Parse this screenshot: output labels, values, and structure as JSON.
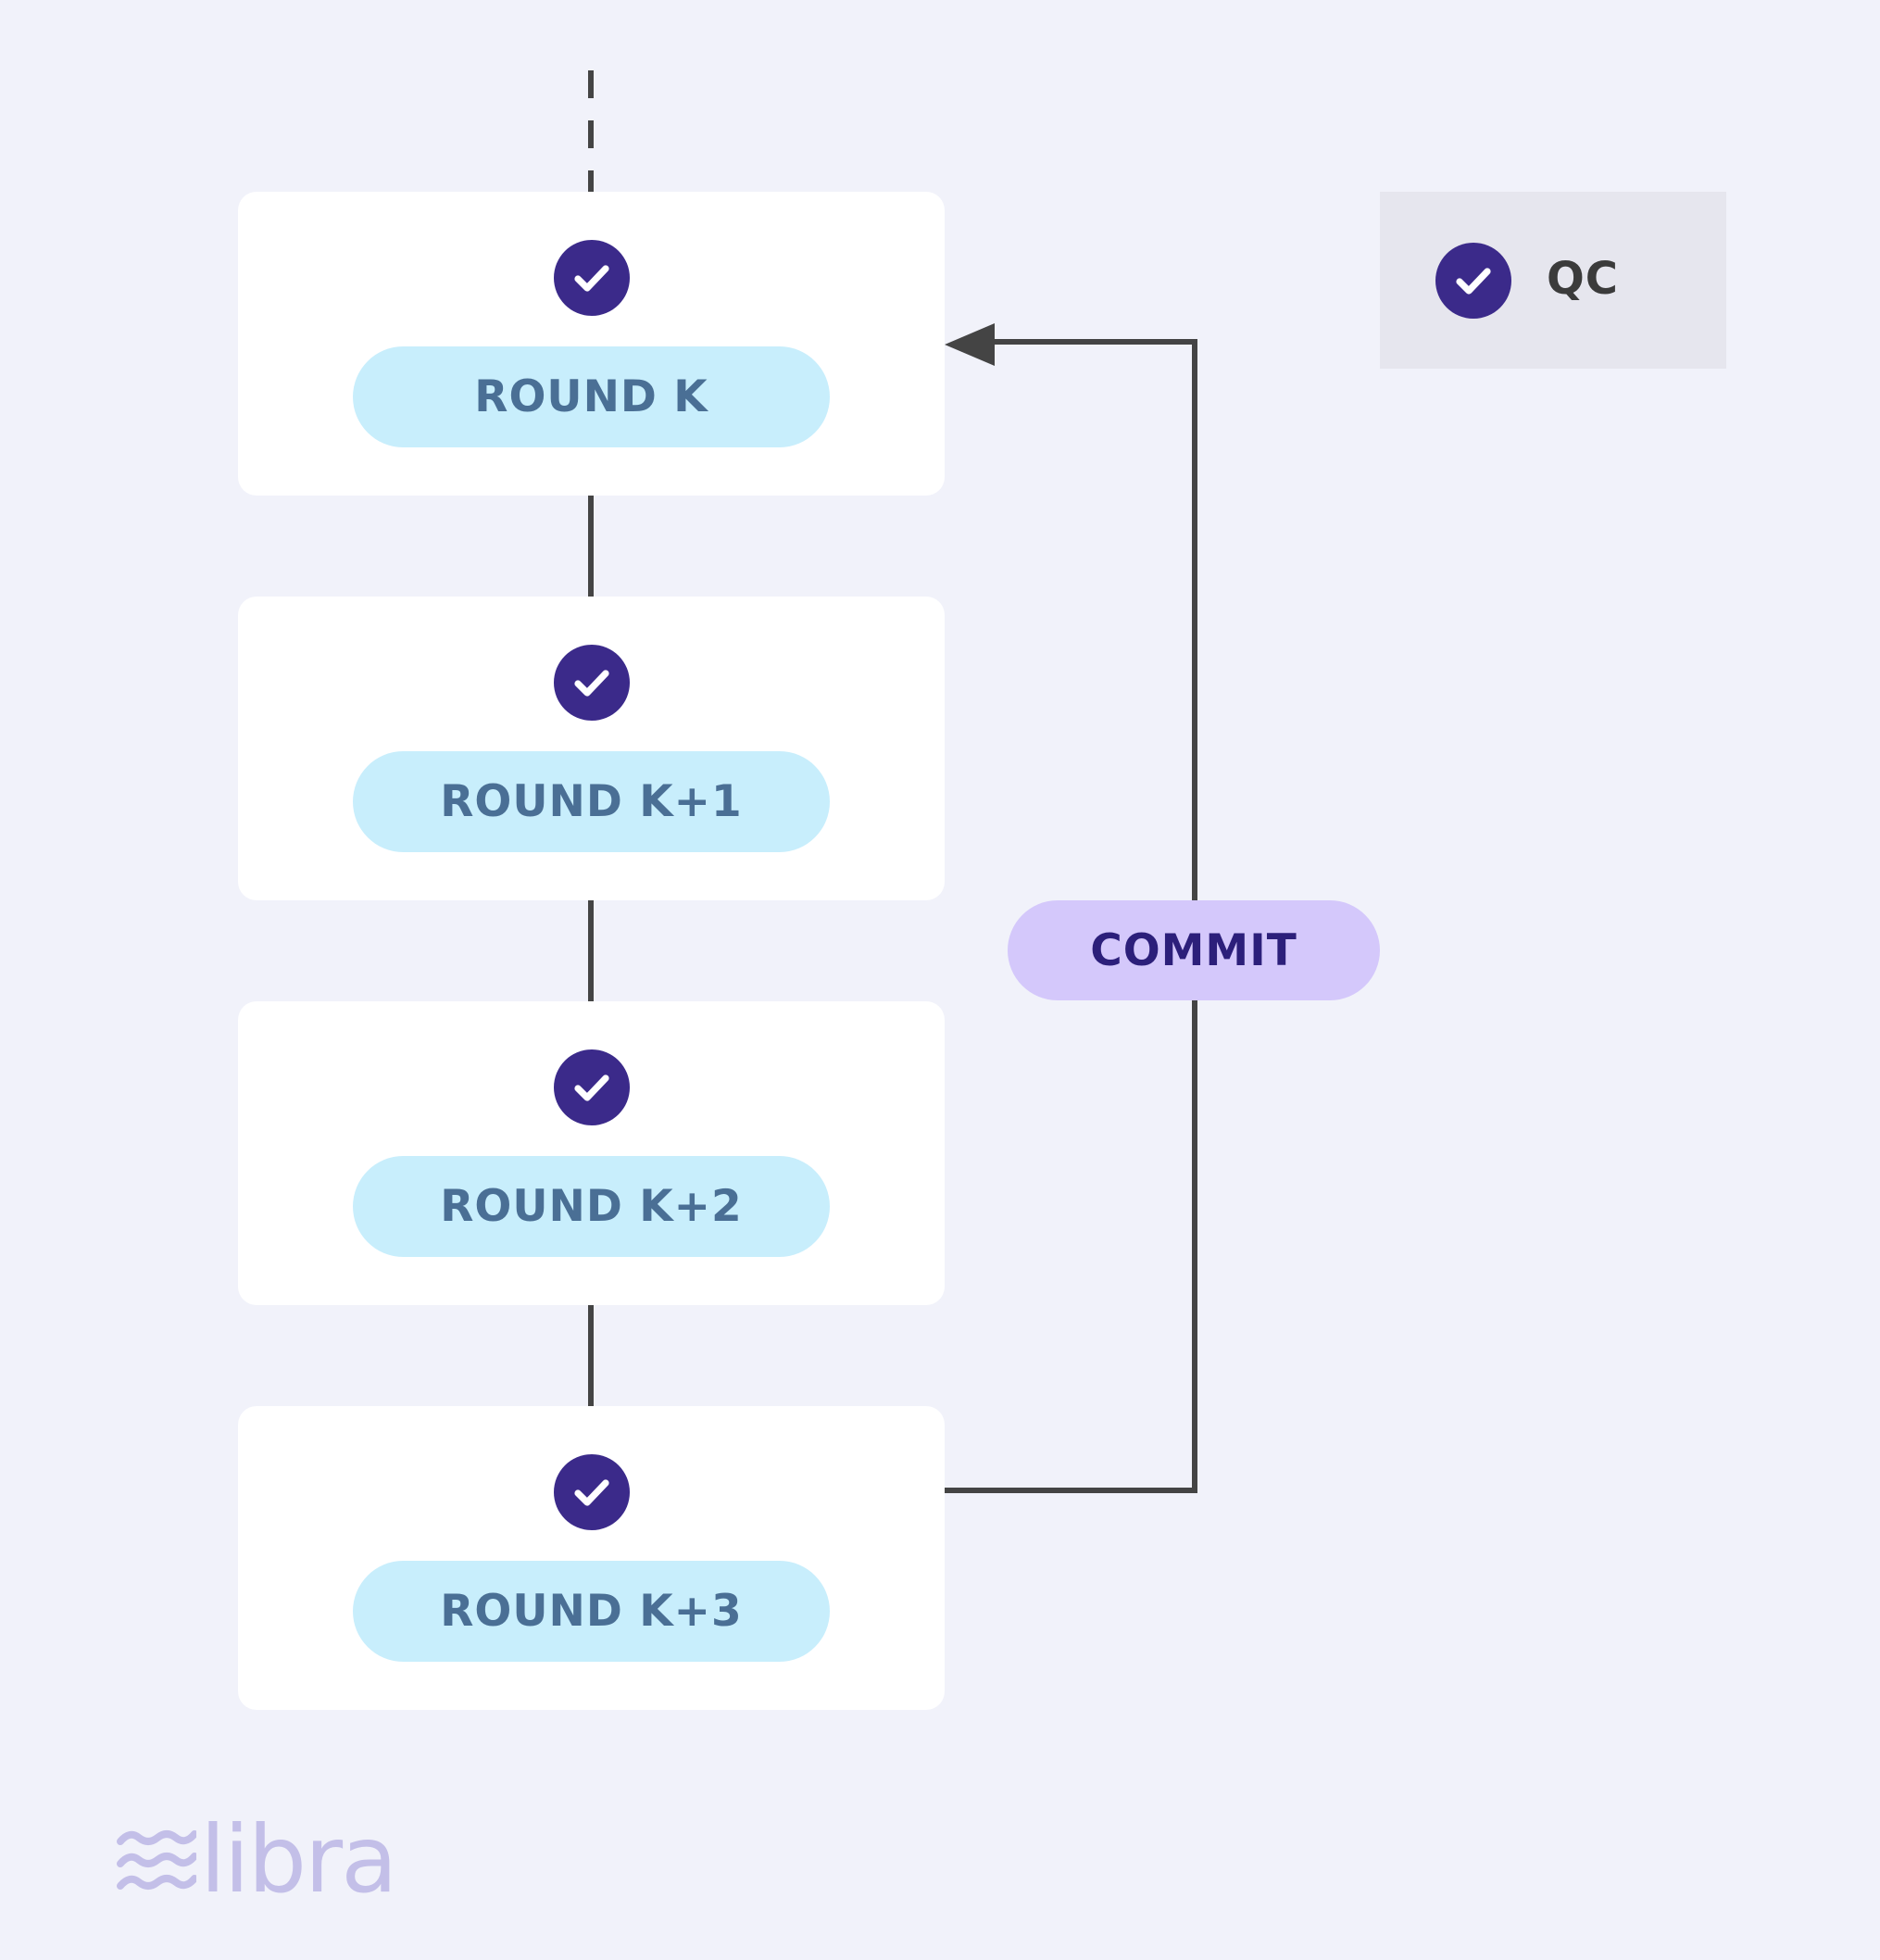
{
  "blocks": [
    {
      "label": "ROUND K"
    },
    {
      "label": "ROUND K+1"
    },
    {
      "label": "ROUND K+2"
    },
    {
      "label": "ROUND K+3"
    }
  ],
  "commit_label": "COMMIT",
  "legend": {
    "label": "QC",
    "icon": "check-circle-icon"
  },
  "logo": {
    "text": "libra",
    "icon": "waves-icon"
  },
  "colors": {
    "background": "#f1f2fa",
    "block": "#ffffff",
    "qc_icon": "#3b2a8a",
    "round_pill": "#c8eefc",
    "round_text": "#4a6f95",
    "commit_pill": "#d4c8fb",
    "commit_text": "#2c1f7a",
    "connector": "#444444",
    "legend_bg": "#e6e6ee",
    "logo": "#c3bfe8"
  }
}
